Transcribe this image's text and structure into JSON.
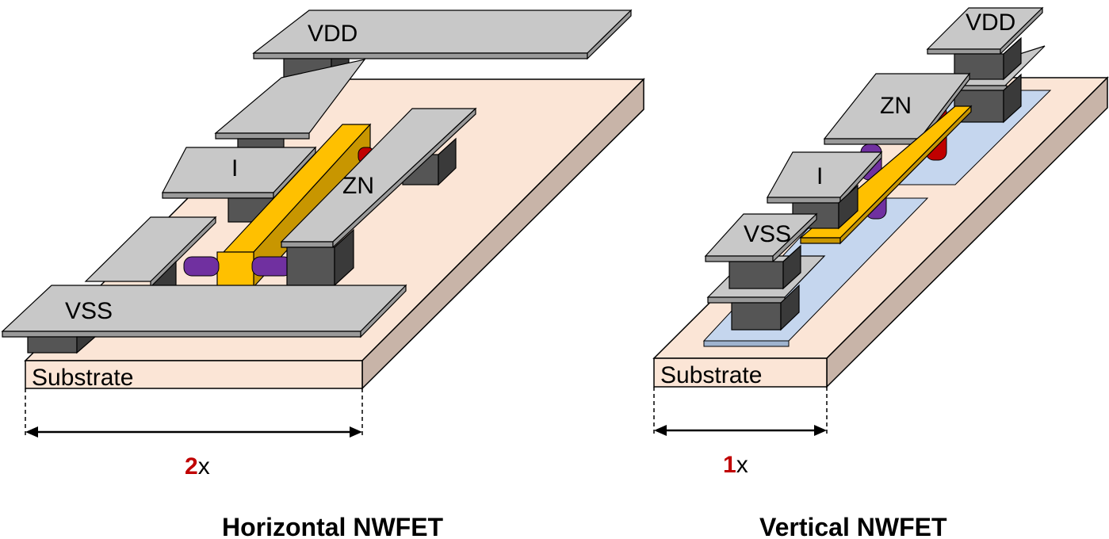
{
  "horizontal": {
    "caption": "Horizontal NWFET",
    "substrate_label": "Substrate",
    "labels": {
      "vdd": "VDD",
      "input": "I",
      "output": "ZN",
      "vss": "VSS"
    },
    "width_factor": "2",
    "width_unit": "x"
  },
  "vertical": {
    "caption": "Vertical NWFET",
    "substrate_label": "Substrate",
    "labels": {
      "vdd": "VDD",
      "input": "I",
      "output": "ZN",
      "vss": "VSS"
    },
    "width_factor": "1",
    "width_unit": "x"
  },
  "colors": {
    "substrate": "#fbe5d6",
    "metal": "#c8c8c8",
    "via": "#555555",
    "gate": "#ffc000",
    "nanowire_n": "#7030a0",
    "nanowire_p": "#c00000",
    "diffusion": "#c5d6ee",
    "accent_red": "#c00000"
  }
}
